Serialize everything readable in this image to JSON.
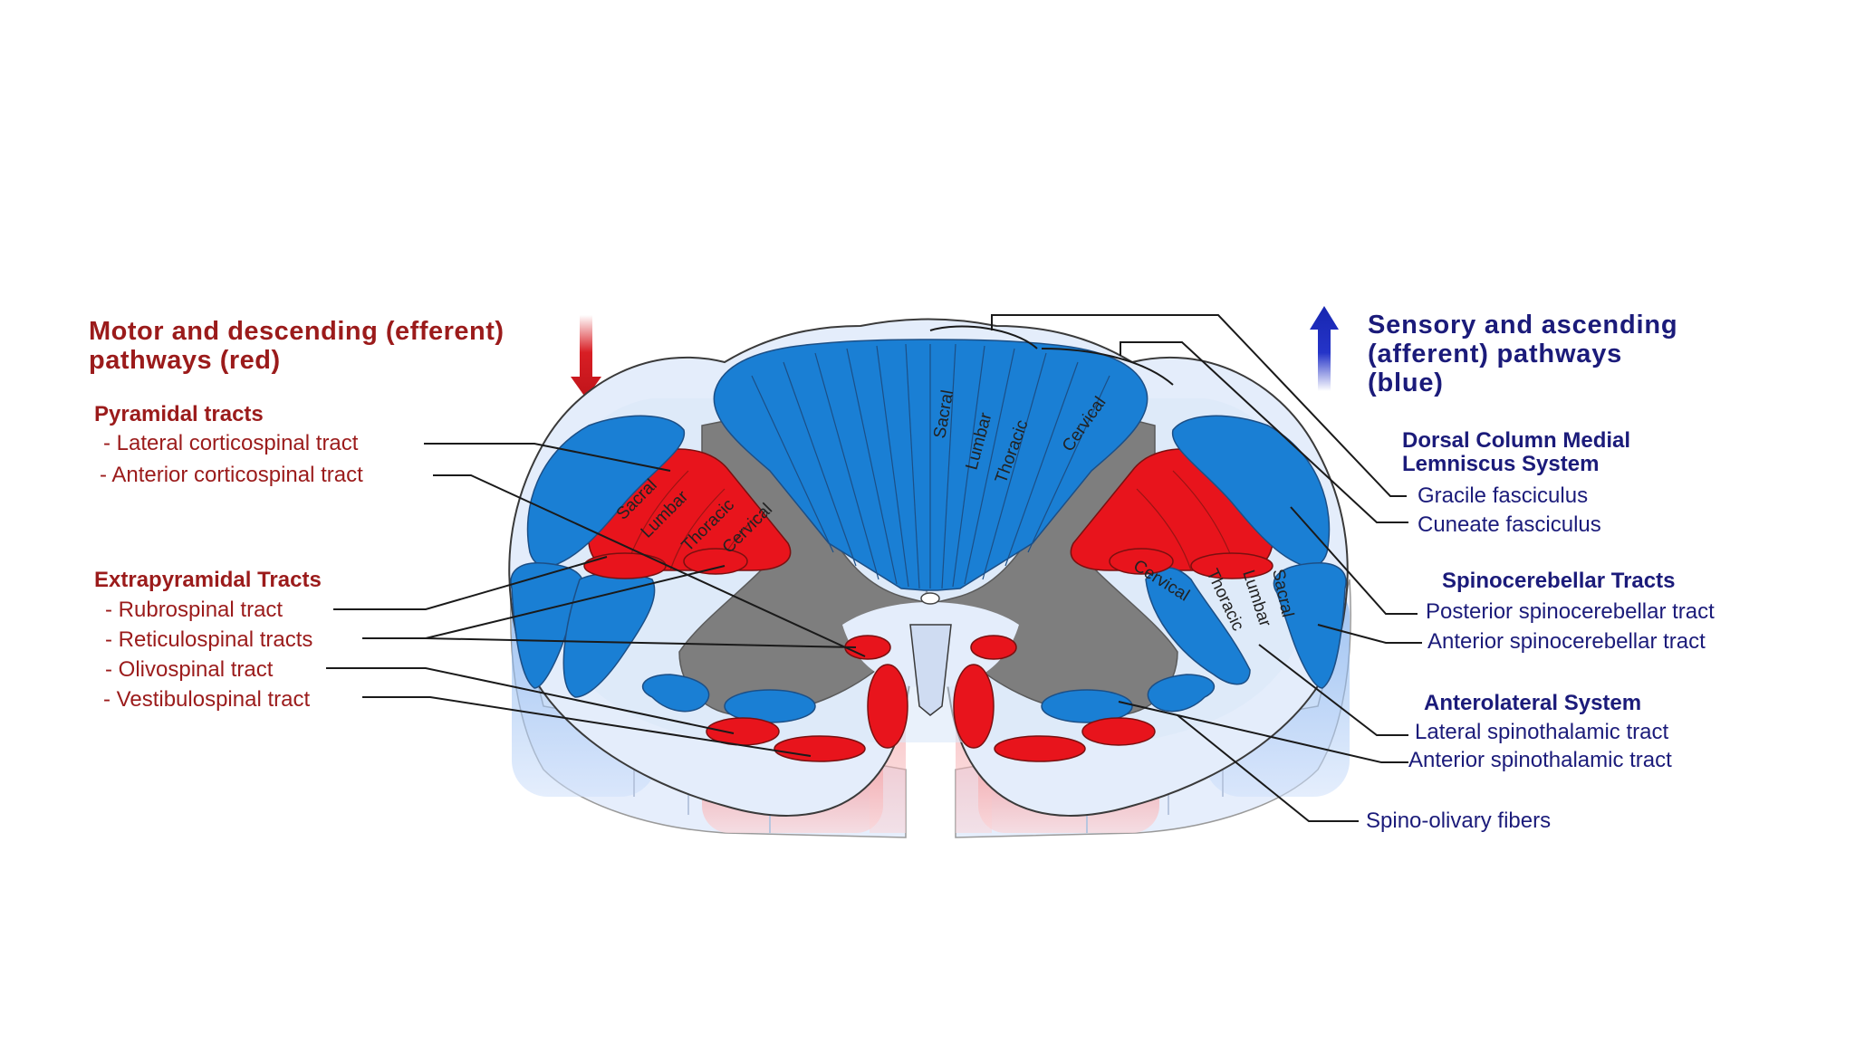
{
  "motor": {
    "title_line1": "Motor and descending (efferent)",
    "title_line2": "pathways   (red)",
    "pyramidal": {
      "heading": "Pyramidal tracts",
      "items": [
        "- Lateral corticospinal tract",
        "- Anterior corticospinal tract"
      ]
    },
    "extrapyramidal": {
      "heading": "Extrapyramidal Tracts",
      "items": [
        "- Rubrospinal tract",
        "- Reticulospinal tracts",
        "- Olivospinal tract",
        "- Vestibulospinal tract"
      ]
    }
  },
  "sensory": {
    "title_line1": "Sensory and ascending",
    "title_line2": "(afferent) pathways",
    "title_line3": "(blue)",
    "dorsal": {
      "heading_line1": "Dorsal Column Medial",
      "heading_line2": "Lemniscus System",
      "items": [
        "Gracile fasciculus",
        "Cuneate fasciculus"
      ]
    },
    "spinocerebellar": {
      "heading": "Spinocerebellar Tracts",
      "items": [
        "Posterior spinocerebellar tract",
        "Anterior spinocerebellar tract"
      ]
    },
    "anterolateral": {
      "heading": "Anterolateral System",
      "items": [
        "Lateral spinothalamic tract",
        "Anterior spinothalamic tract"
      ]
    },
    "spino_olivary": "Spino-olivary fibers"
  },
  "segments": {
    "left": [
      "Sacral",
      "Lumbar",
      "Thoracic",
      "Cervical"
    ],
    "dorsal": [
      "Sacral",
      "Lumbar",
      "Thoracic",
      "Cervical"
    ],
    "right": [
      "Cervical",
      "Thoracic",
      "Lumbar",
      "Sacral"
    ]
  },
  "colors": {
    "motor": "#e8141c",
    "sensory": "#1a7fd4",
    "gray_matter": "#808080",
    "motor_text": "#9b1b1b",
    "sensory_text": "#1b1b7a"
  }
}
